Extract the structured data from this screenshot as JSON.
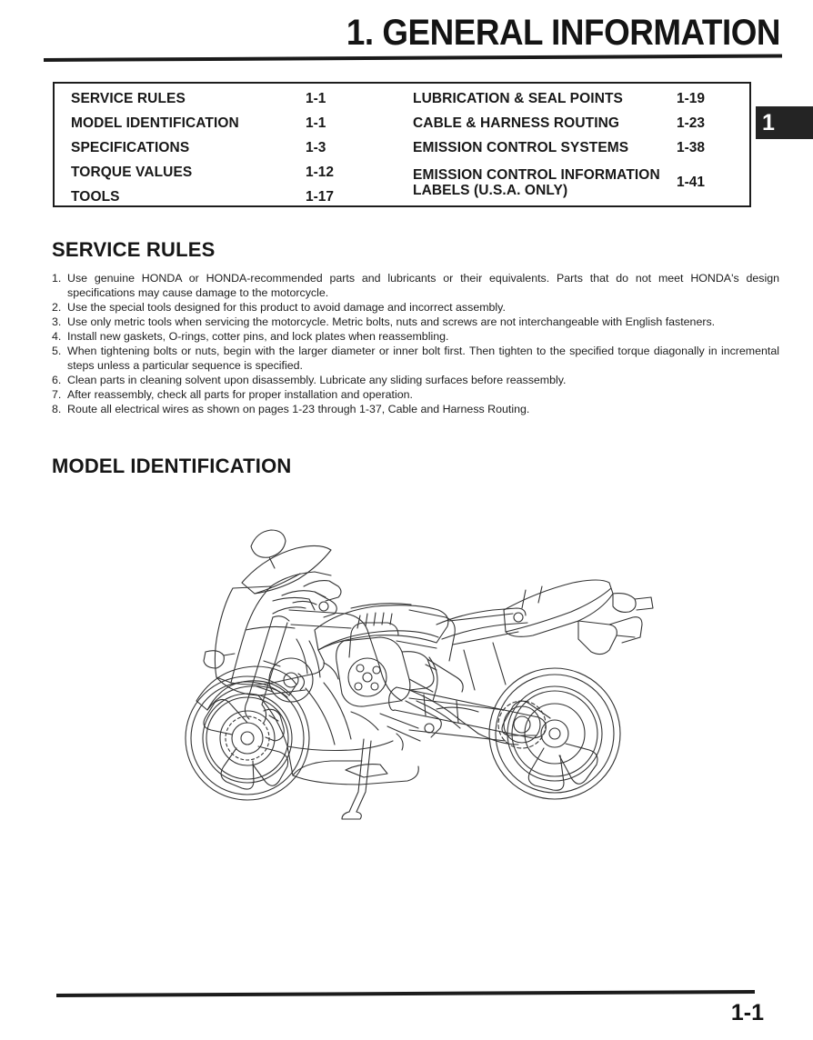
{
  "page": {
    "chapter_number": "1",
    "title": "1. GENERAL INFORMATION",
    "footer_page_number": "1-1"
  },
  "toc": {
    "left_column": [
      {
        "label": "SERVICE RULES",
        "page": "1-1"
      },
      {
        "label": "MODEL IDENTIFICATION",
        "page": "1-1"
      },
      {
        "label": "SPECIFICATIONS",
        "page": "1-3"
      },
      {
        "label": "TORQUE VALUES",
        "page": "1-12"
      },
      {
        "label": "TOOLS",
        "page": "1-17"
      }
    ],
    "right_column": [
      {
        "label": "LUBRICATION & SEAL POINTS",
        "page": "1-19"
      },
      {
        "label": "CABLE & HARNESS ROUTING",
        "page": "1-23"
      },
      {
        "label": "EMISSION CONTROL SYSTEMS",
        "page": "1-38"
      },
      {
        "label": "EMISSION CONTROL INFORMATION LABELS (U.S.A. ONLY)",
        "page": "1-41"
      }
    ]
  },
  "sections": {
    "service_rules": {
      "heading": "SERVICE RULES",
      "rules": [
        {
          "num": "1.",
          "text": "Use genuine HONDA or HONDA-recommended parts and lubricants or their equivalents.  Parts that do not meet HONDA's design specifications may cause damage to the motorcycle."
        },
        {
          "num": "2.",
          "text": "Use the special tools designed for this product to avoid damage and incorrect assembly."
        },
        {
          "num": "3.",
          "text": "Use only metric tools when servicing the motorcycle. Metric bolts, nuts and screws are not interchangeable with English fasteners."
        },
        {
          "num": "4.",
          "text": "Install new gaskets, O-rings, cotter pins, and lock plates when reassembling."
        },
        {
          "num": "5.",
          "text": "When tightening bolts or nuts, begin with the larger diameter or inner bolt first.  Then tighten to the specified torque diagonally in incremental steps unless a particular sequence is specified."
        },
        {
          "num": "6.",
          "text": "Clean parts in cleaning solvent upon disassembly.  Lubricate any sliding surfaces before reassembly."
        },
        {
          "num": "7.",
          "text": "After reassembly, check all parts for proper installation and operation."
        },
        {
          "num": "8.",
          "text": "Route all electrical wires as shown on pages 1-23 through 1-37, Cable and Harness Routing."
        }
      ]
    },
    "model_identification": {
      "heading": "MODEL IDENTIFICATION",
      "illustration_name": "motorcycle-side-view-line-drawing"
    }
  },
  "colors": {
    "ink": "#1a1a1a",
    "paper": "#ffffff",
    "tab_background": "#242424",
    "tab_text": "#ffffff"
  }
}
